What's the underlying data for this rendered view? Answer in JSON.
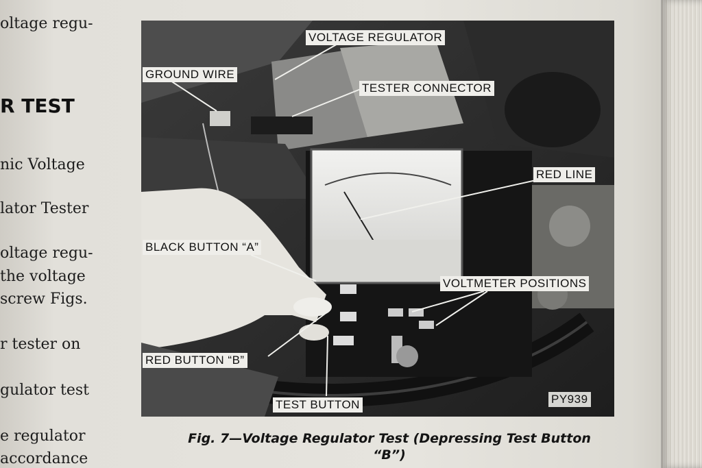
{
  "left_column": {
    "heading": "R TEST",
    "lines": [
      "oltage regu-",
      "nic  Voltage",
      "lator Tester",
      "oltage regu-",
      " the voltage",
      " screw Figs.",
      "r  tester  on",
      "gulator test",
      "e  regulator",
      " accordance"
    ]
  },
  "figure": {
    "callouts": {
      "voltage_regulator": "VOLTAGE REGULATOR",
      "ground_wire": "GROUND WIRE",
      "tester_connector": "TESTER CONNECTOR",
      "red_line": "RED LINE",
      "black_button_a": "BLACK BUTTON “A”",
      "voltmeter_positions": "VOLTMETER POSITIONS",
      "red_button_b": "RED BUTTON “B”",
      "test_button": "TEST BUTTON",
      "plate_id": "PY939"
    },
    "caption": "Fig. 7—Voltage Regulator Test (Depressing Test Button “B”)"
  }
}
